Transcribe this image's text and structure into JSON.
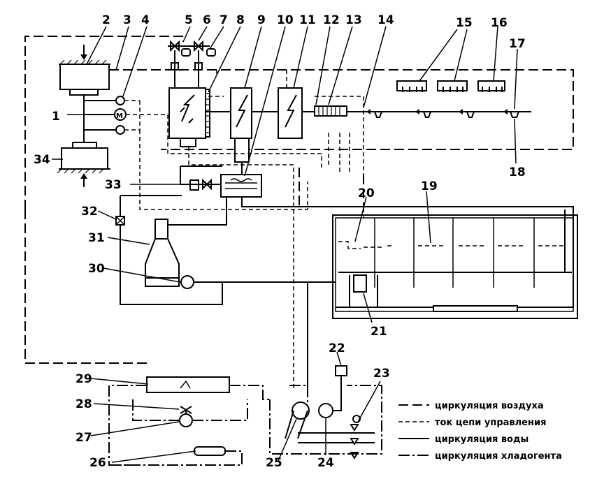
{
  "labels": [
    "1",
    "2",
    "3",
    "4",
    "5",
    "6",
    "7",
    "8",
    "9",
    "10",
    "11",
    "12",
    "13",
    "14",
    "15",
    "16",
    "17",
    "18",
    "19",
    "20",
    "21",
    "22",
    "23",
    "24",
    "25",
    "26",
    "27",
    "28",
    "29",
    "30",
    "31",
    "32",
    "33",
    "34"
  ],
  "legend": [
    {
      "text": "циркуляция воздуха",
      "style": "air"
    },
    {
      "text": "ток цепи управления",
      "style": "control"
    },
    {
      "text": "циркуляция воды",
      "style": "water"
    },
    {
      "text": "циркуляция хладогента",
      "style": "refrigerant"
    }
  ]
}
